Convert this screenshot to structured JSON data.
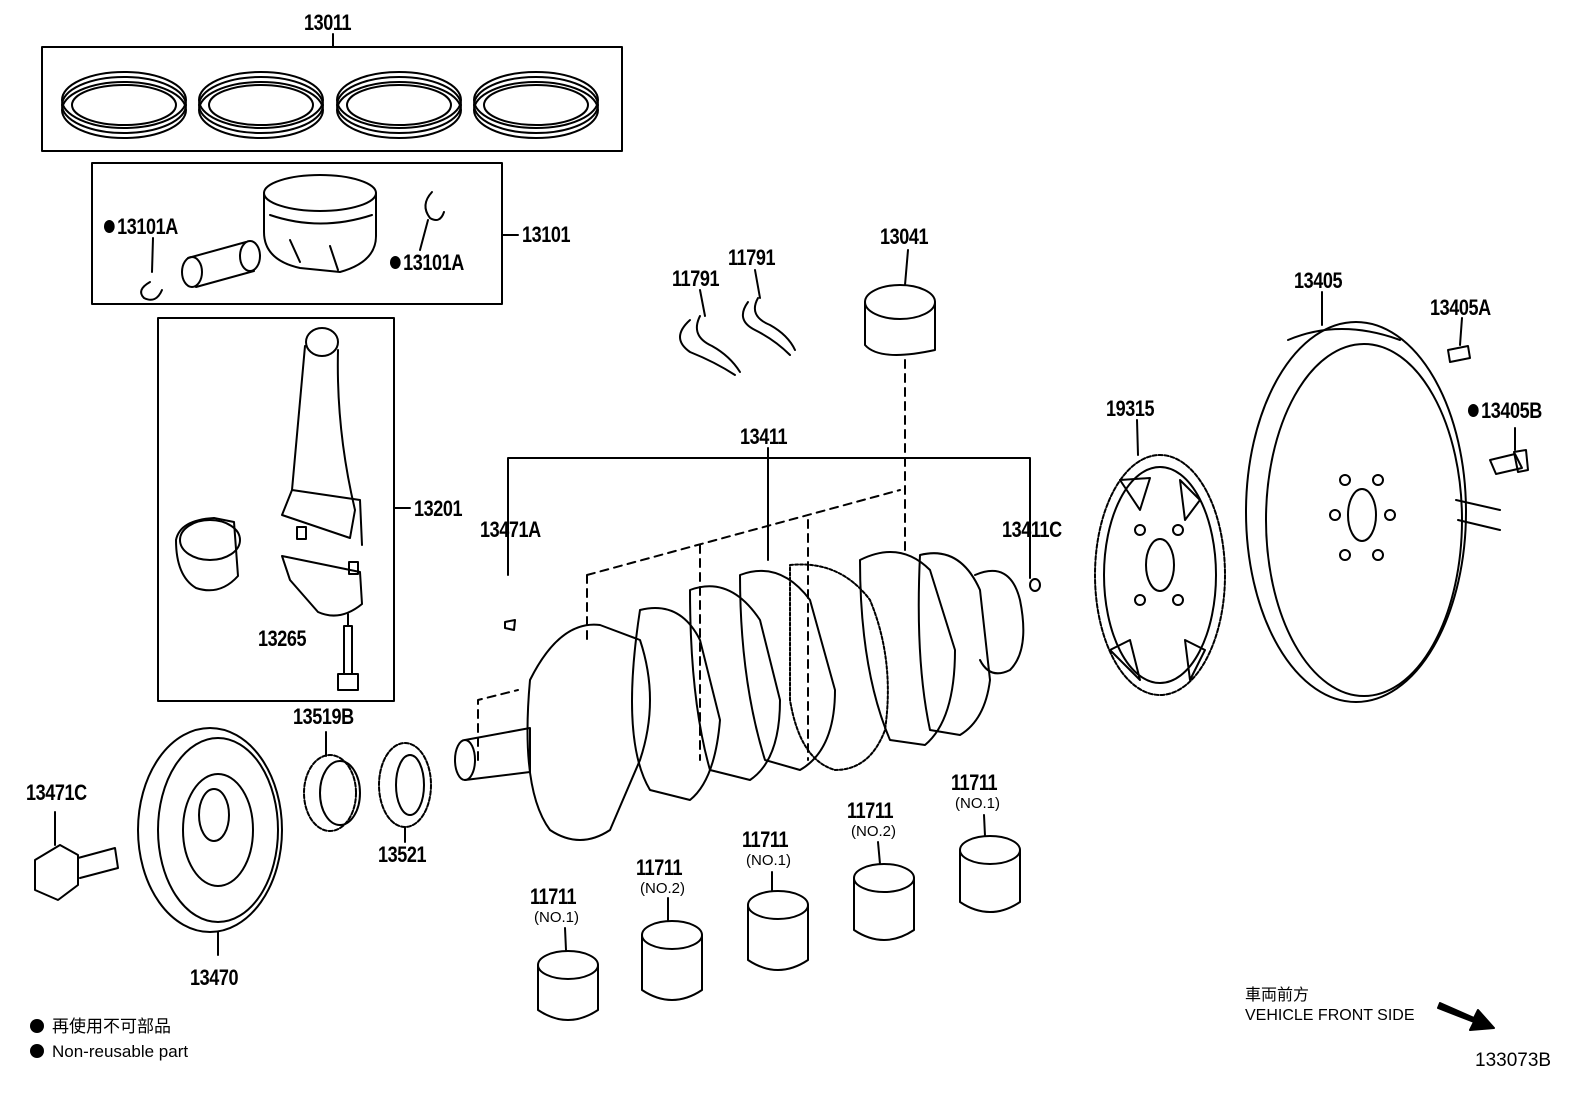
{
  "diagram": {
    "parts": {
      "p13011": "13011",
      "p13101": "13101",
      "p13101A_left": "13101A",
      "p13101A_right": "13101A",
      "p13201": "13201",
      "p13265": "13265",
      "p13519B": "13519B",
      "p13521": "13521",
      "p13470": "13470",
      "p13471C": "13471C",
      "p13471A": "13471A",
      "p13411": "13411",
      "p13411C": "13411C",
      "p11791_a": "11791",
      "p11791_b": "11791",
      "p13041": "13041",
      "p19315": "19315",
      "p13405": "13405",
      "p13405A": "13405A",
      "p13405B": "13405B",
      "b1_num": "11711",
      "b1_sub": "(NO.1)",
      "b2_num": "11711",
      "b2_sub": "(NO.2)",
      "b3_num": "11711",
      "b3_sub": "(NO.1)",
      "b4_num": "11711",
      "b4_sub": "(NO.2)",
      "b5_num": "11711",
      "b5_sub": "(NO.1)"
    },
    "legend": {
      "jp": "再使用不可部品",
      "en": "Non-reusable part"
    },
    "front": {
      "jp": "車両前方",
      "en": "VEHICLE FRONT SIDE"
    },
    "drawing_code": "133073B"
  }
}
